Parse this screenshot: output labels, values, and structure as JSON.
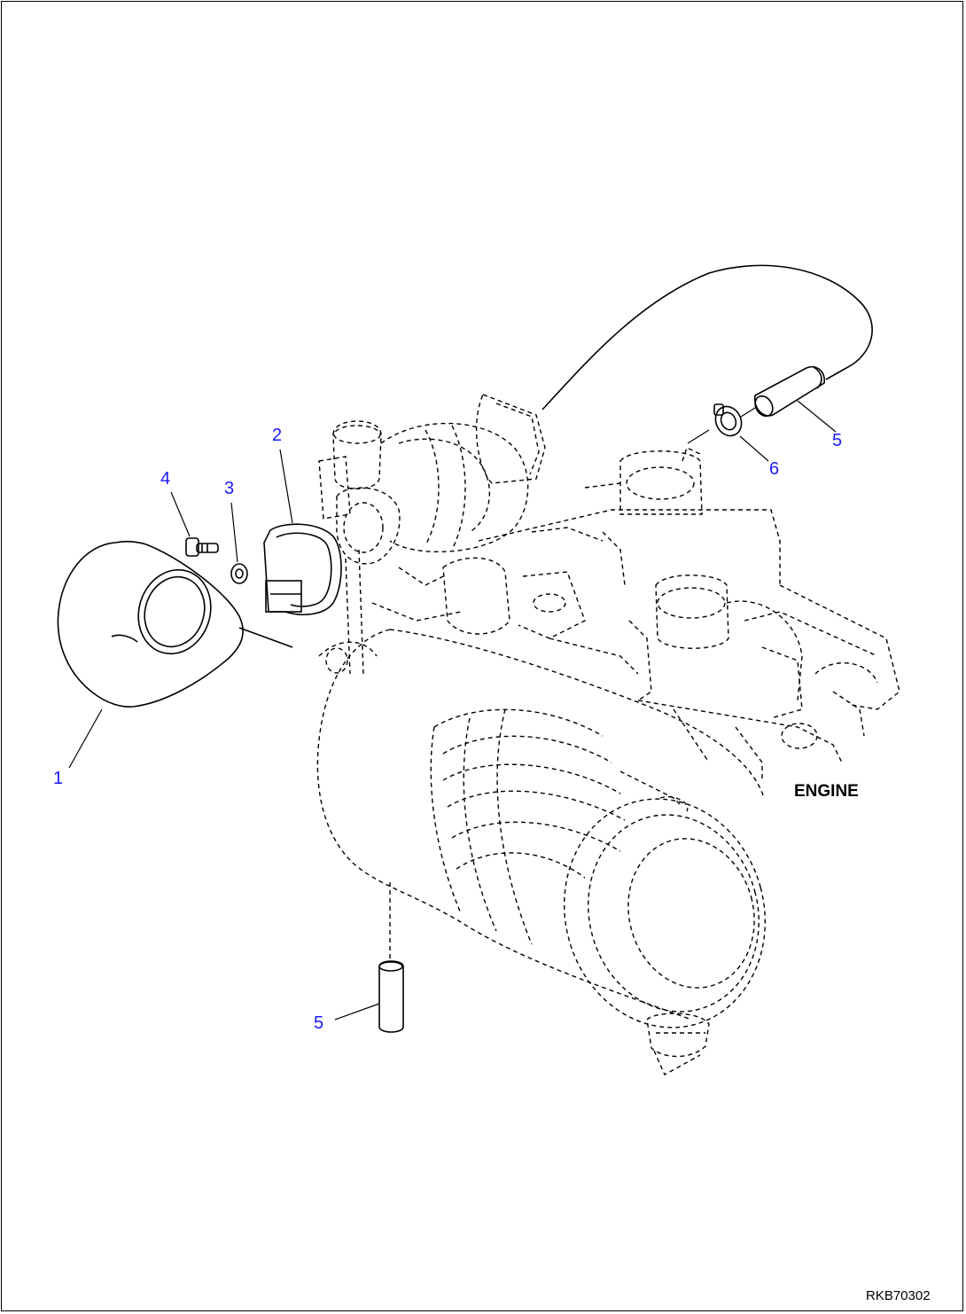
{
  "callouts": [
    {
      "id": "1",
      "label": "1"
    },
    {
      "id": "2",
      "label": "2"
    },
    {
      "id": "3",
      "label": "3"
    },
    {
      "id": "4",
      "label": "4"
    },
    {
      "id": "5a",
      "label": "5"
    },
    {
      "id": "5b",
      "label": "5"
    },
    {
      "id": "6",
      "label": "6"
    }
  ],
  "labels": {
    "engine": "ENGINE",
    "drawing_code": "RKB70302"
  },
  "colors": {
    "callout": "#1a1aff",
    "line": "#000000",
    "background": "#ffffff"
  }
}
